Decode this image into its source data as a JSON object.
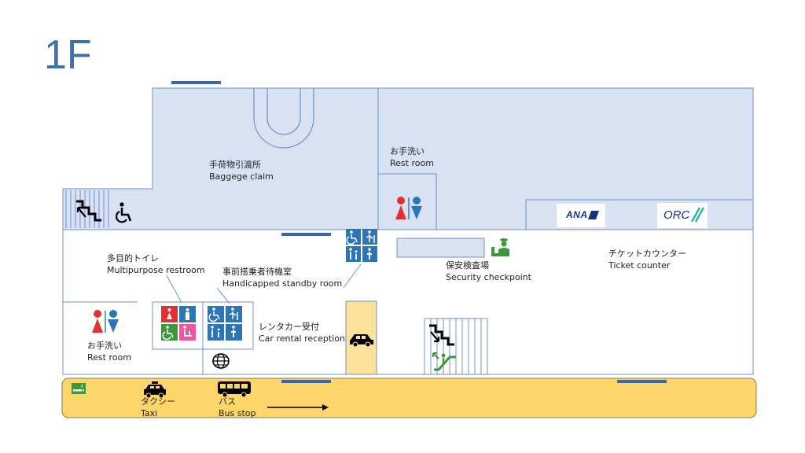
{
  "floor": "1F",
  "areas": {
    "baggage_claim": {
      "ja": "手荷物引渡所",
      "en": "Baggege claim"
    },
    "restroom_top": {
      "ja": "お手洗い",
      "en": "Rest room"
    },
    "multipurpose": {
      "ja": "多目的トイレ",
      "en": "Multipurpose restroom"
    },
    "standby_room": {
      "ja": "事前搭乗者待機室",
      "en": "Handicapped standby room"
    },
    "security": {
      "ja": "保安検査場",
      "en": "Security checkpoint"
    },
    "ticket_counter": {
      "ja": "チケットカウンター",
      "en": "Ticket counter"
    },
    "car_rental": {
      "ja": "レンタカー受付",
      "en": "Car rental reception"
    },
    "restroom_left": {
      "ja": "お手洗い",
      "en": "Rest room"
    },
    "taxi": {
      "ja": "タクシー",
      "en": "Taxi"
    },
    "bus": {
      "ja": "バス",
      "en": "Bus stop"
    }
  },
  "airlines": {
    "ana": "ANA",
    "orc": "ORC"
  },
  "colors": {
    "floor_title": "#3f6fb0",
    "secure_area": "#d9e2f3",
    "outline": "#6f8fc8",
    "door": "#3a66b0",
    "road": "#fdd56b",
    "rental": "#fde39a",
    "male": "#2e75b6",
    "female": "#e03030",
    "security_green": "#3a9a3a"
  },
  "icons": [
    "stairs-icon",
    "wheelchair-icon",
    "male-female-icon",
    "ostomate-icon",
    "globe-icon",
    "car-icon",
    "taxi-icon",
    "bus-icon",
    "escalator-icon",
    "smoking-icon",
    "security-guard-icon",
    "arrow-right-icon"
  ]
}
